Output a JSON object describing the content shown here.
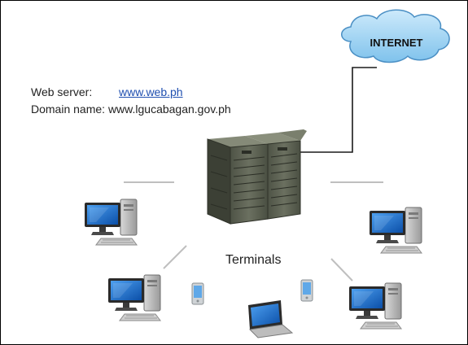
{
  "info": {
    "web_server_label": "Web server:",
    "web_server_value": "www.web.ph",
    "domain_label": "Domain name:",
    "domain_value": "www.lgucabagan.gov.ph"
  },
  "cloud": {
    "label": "INTERNET"
  },
  "terminals_label": "Terminals",
  "icons": {
    "cloud": "cloud-icon",
    "server": "server-rack-icon",
    "desktop": "desktop-computer-icon",
    "laptop": "laptop-icon",
    "phone": "mobile-phone-icon"
  },
  "colors": {
    "cloud_fill": "#9ed2f2",
    "server_body": "#5f6454",
    "monitor_screen": "#1f6fd0",
    "link": "#1f4fb0",
    "connector": "#bfbfbf"
  }
}
